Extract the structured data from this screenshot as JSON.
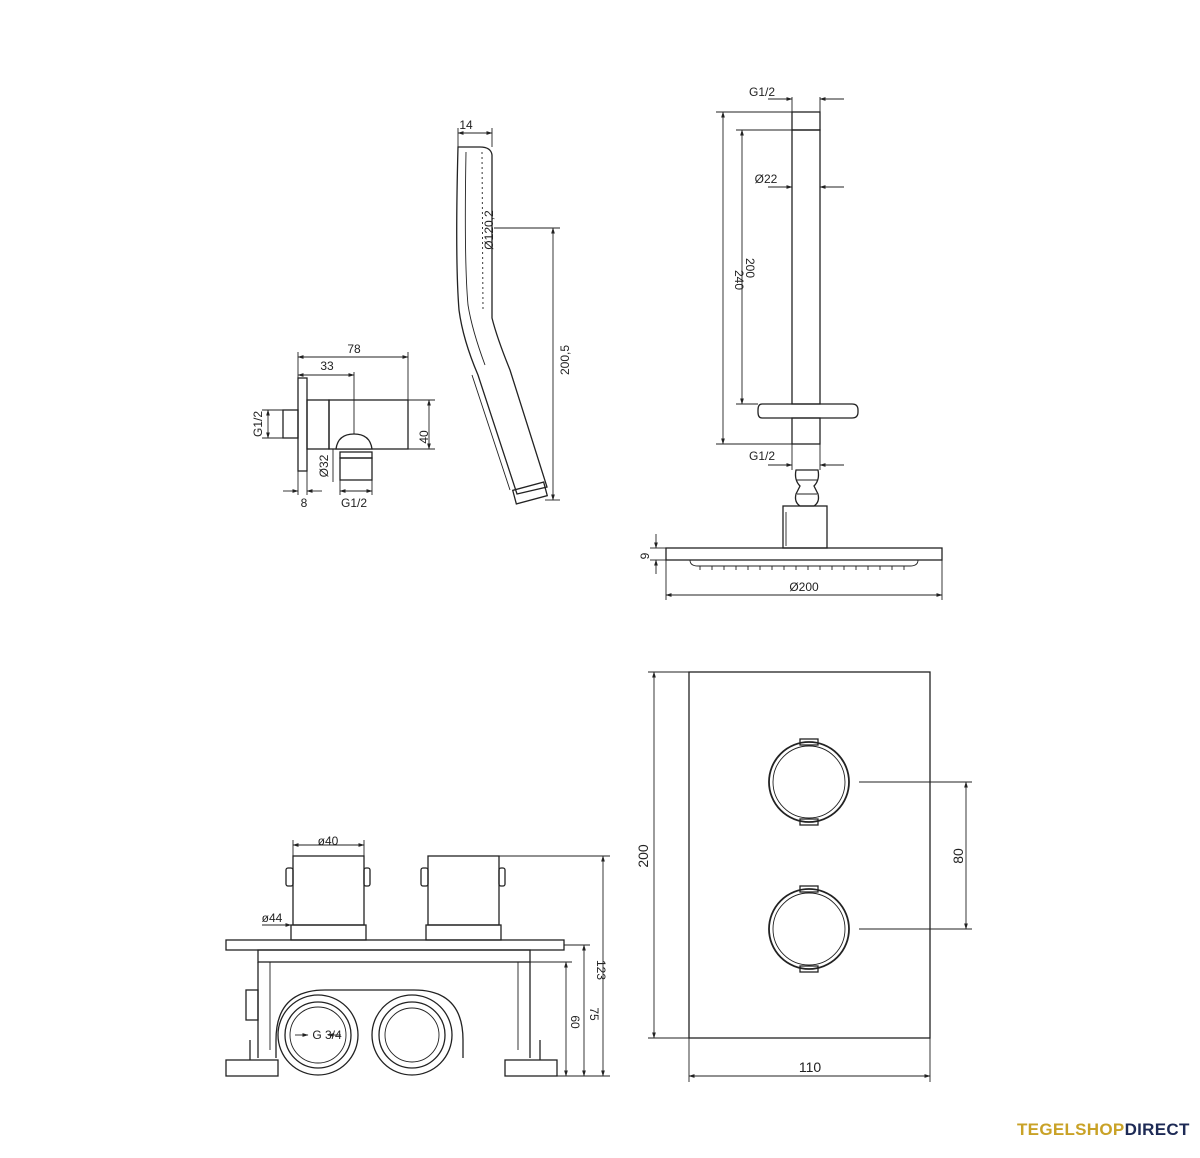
{
  "wall_outlet": {
    "d78": "78",
    "d33": "33",
    "g12_side": "G1/2",
    "d40": "40",
    "d32": "Ø32",
    "d8": "8",
    "g12_bottom": "G1/2"
  },
  "hand_shower": {
    "d14": "14",
    "d120": "Ø120,2",
    "d200_5": "200,5"
  },
  "ceiling_arm": {
    "g12_top": "G1/2",
    "d22": "Ø22",
    "d240": "240",
    "d200": "200",
    "g12_bottom": "G1/2"
  },
  "rain_head": {
    "d9": "9",
    "d200": "Ø200"
  },
  "valve_body": {
    "d40": "ø40",
    "d44": "ø44",
    "g34": "G 3/4",
    "d123": "123",
    "d75": "75",
    "d60": "60"
  },
  "cover_plate": {
    "d200": "200",
    "d80": "80",
    "d110": "110"
  },
  "logo": {
    "part1": "TEGELSHOP",
    "part2": "DIRECT"
  }
}
